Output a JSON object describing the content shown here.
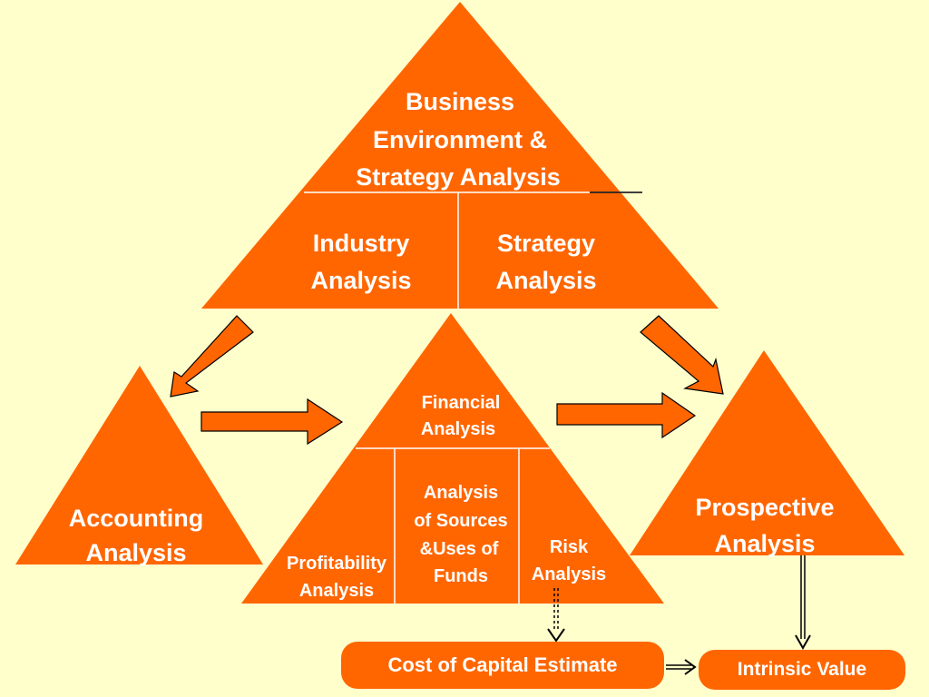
{
  "colors": {
    "background": "#FFFFCC",
    "shape_fill": "#FF6600",
    "text": "#FFFFFF",
    "connector": "#000000"
  },
  "top_pyramid": {
    "title_lines": [
      "Business",
      "Environment &",
      "Strategy Analysis"
    ],
    "left_lines": [
      "Industry",
      "Analysis"
    ],
    "right_lines": [
      "Strategy",
      "Analysis"
    ]
  },
  "accounting": {
    "lines": [
      "Accounting",
      "Analysis"
    ]
  },
  "financial": {
    "title_lines": [
      "Financial",
      "Analysis"
    ],
    "left_lines": [
      "Profitability",
      "Analysis"
    ],
    "middle_lines": [
      "Analysis",
      "of Sources",
      "&Uses of",
      "Funds"
    ],
    "right_lines": [
      "Risk",
      "Analysis"
    ]
  },
  "prospective": {
    "lines": [
      "Prospective",
      "Analysis"
    ]
  },
  "cost_of_capital": "Cost of Capital Estimate",
  "intrinsic_value": "Intrinsic Value"
}
